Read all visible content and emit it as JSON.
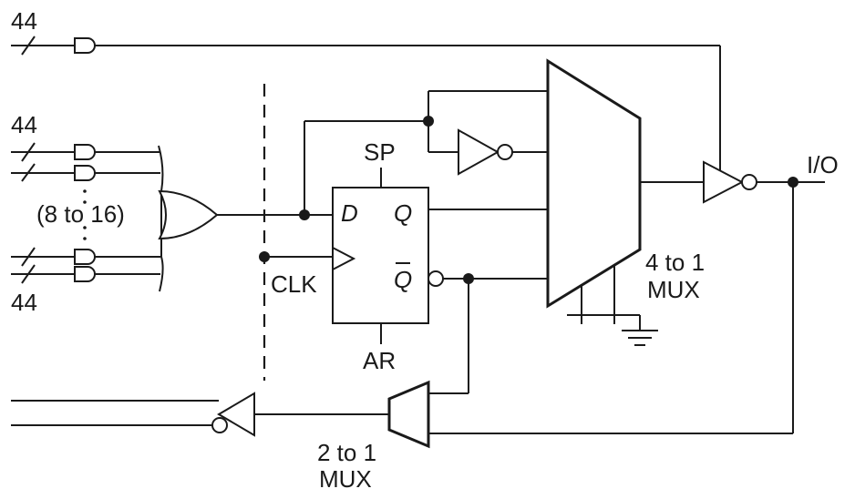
{
  "labels": {
    "input_width_top": "44",
    "input_width_mid": "44",
    "input_width_bottom": "44",
    "product_terms": "(8 to 16)",
    "io": "I/O",
    "sp": "SP",
    "ar": "AR",
    "clk": "CLK",
    "d": "D",
    "q": "Q",
    "qbar": "Q",
    "mux4_line1": "4 to 1",
    "mux4_line2": "MUX",
    "mux2_line1": "2 to 1",
    "mux2_line2": "MUX"
  }
}
